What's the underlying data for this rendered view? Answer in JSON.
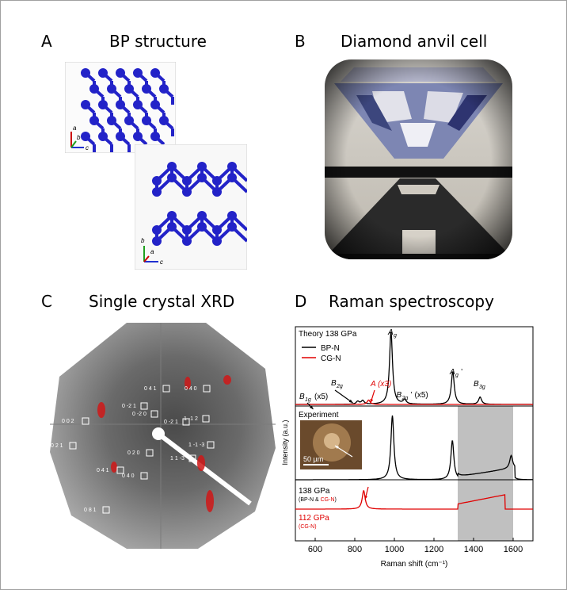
{
  "panels": {
    "A": {
      "letter": "A",
      "title": "BP structure",
      "axes_top": {
        "a": "a",
        "b": "b",
        "c": "c"
      },
      "axes_bottom": {
        "b": "b",
        "a": "a",
        "c": "c"
      }
    },
    "B": {
      "letter": "B",
      "title": "Diamond anvil cell"
    },
    "C": {
      "letter": "C",
      "title": "Single crystal XRD",
      "reflections": [
        "0 4 1",
        "0 4 0",
        "0 -2 1",
        "0 -2 0",
        "0 -2 1",
        "1 -1 2",
        "0 0 2",
        "0 2 1",
        "1 -1 -3",
        "0 2 0",
        "1 1 -3",
        "0 4 1",
        "0 4 0",
        "0 8 1"
      ]
    },
    "D": {
      "letter": "D",
      "title": "Raman spectroscopy"
    }
  },
  "chart_data": {
    "type": "line",
    "xlabel": "Raman shift (cm⁻¹)",
    "ylabel": "Intensity (a.u.)",
    "xlim": [
      500,
      1700
    ],
    "xticks": [
      "600",
      "800",
      "1000",
      "1200",
      "1400",
      "1600"
    ],
    "shaded_region": [
      1320,
      1600
    ],
    "shaded_color": "#c0c0c0",
    "theory_label": "Theory 138 GPa",
    "legend": [
      {
        "name": "BP-N",
        "color": "#000000"
      },
      {
        "name": "CG-N",
        "color": "#e00000"
      }
    ],
    "peak_labels": {
      "ag": "A",
      "ag_sub": "g",
      "ag_prime": "A",
      "ag_prime_sub": "g",
      "ag_prime_mark": "’",
      "b1g": "B",
      "b1g_sub": "1g",
      "b1g_note": "(x5)",
      "b2g_a": "B",
      "b2g_a_sub": "2g",
      "a_cg": "A (x3)",
      "b2g_b": "B",
      "b2g_b_sub": "2g",
      "b2g_b_mark": "’",
      "b2g_b_note": "(x5)",
      "b3g": "B",
      "b3g_sub": "3g"
    },
    "experiment_label": "Experiment",
    "scale_bar": "50 µm",
    "p138_label": "138 GPa",
    "p138_sub_a": "(BP-N & ",
    "p138_sub_b": "CG-N",
    "p138_sub_c": ")",
    "p112_label": "112 GPa",
    "p112_sub": "(CG-N)",
    "series": [
      {
        "name": "Theory BP-N",
        "color": "#000000",
        "peaks": [
          {
            "x": 815,
            "h": 0.04
          },
          {
            "x": 840,
            "h": 0.05
          },
          {
            "x": 983,
            "h": 1.0
          },
          {
            "x": 1052,
            "h": 0.06
          },
          {
            "x": 1295,
            "h": 0.45
          },
          {
            "x": 1433,
            "h": 0.1
          }
        ]
      },
      {
        "name": "Theory CG-N",
        "color": "#e00000",
        "peaks": [
          {
            "x": 870,
            "h": 0.06
          }
        ]
      },
      {
        "name": "Experiment 138 GPa",
        "color": "#000000",
        "peaks": [
          {
            "x": 990,
            "h": 0.9
          },
          {
            "x": 1293,
            "h": 0.55
          },
          {
            "x": 1590,
            "h": 0.18
          }
        ]
      },
      {
        "name": "112 GPa",
        "color": "#e00000",
        "peaks": [
          {
            "x": 845,
            "h": 0.9
          }
        ]
      }
    ]
  }
}
